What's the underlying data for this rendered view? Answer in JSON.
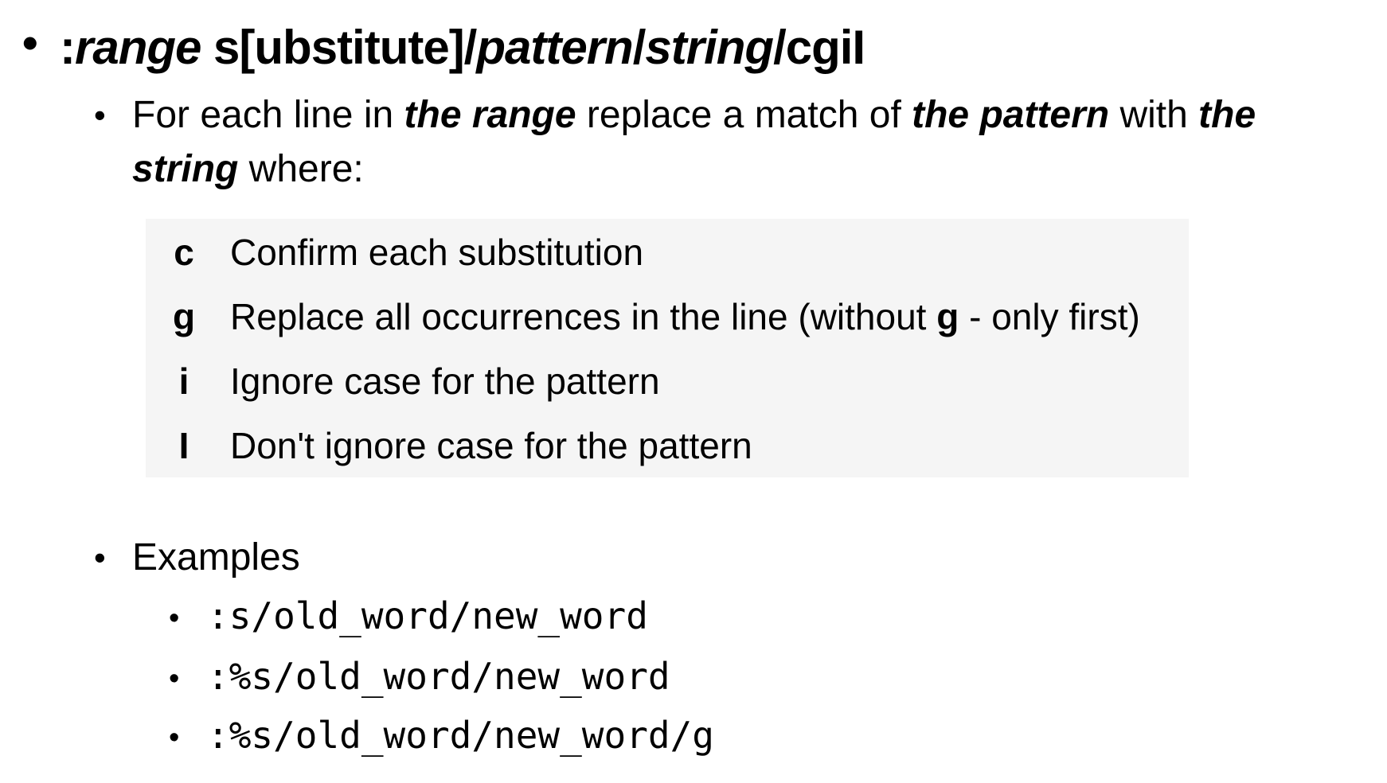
{
  "heading": {
    "colon": ":",
    "range": "range",
    "command": " s[ubstitute]/",
    "pattern": "pattern",
    "slash1": "/",
    "string": "string",
    "flags": "/cgiI"
  },
  "description": {
    "t1": "For each line in ",
    "range": "the range",
    "t2": " replace a match of ",
    "pattern": "the pattern",
    "t3": " with ",
    "the": "the",
    "string": "string",
    "t4": " where:"
  },
  "options": [
    {
      "key": "c",
      "desc": "Confirm each substitution"
    },
    {
      "key": "g",
      "desc_pre": "Replace all occurrences in the line (without ",
      "desc_bold": "g",
      "desc_post": " - only first)"
    },
    {
      "key": "i",
      "desc": "Ignore case for the pattern"
    },
    {
      "key": "I",
      "desc": "Don't ignore case for the pattern"
    }
  ],
  "examples": {
    "label": "Examples",
    "items": [
      ":s/old_word/new_word",
      ":%s/old_word/new_word",
      ":%s/old_word/new_word/g"
    ]
  },
  "bullet_char": "•"
}
